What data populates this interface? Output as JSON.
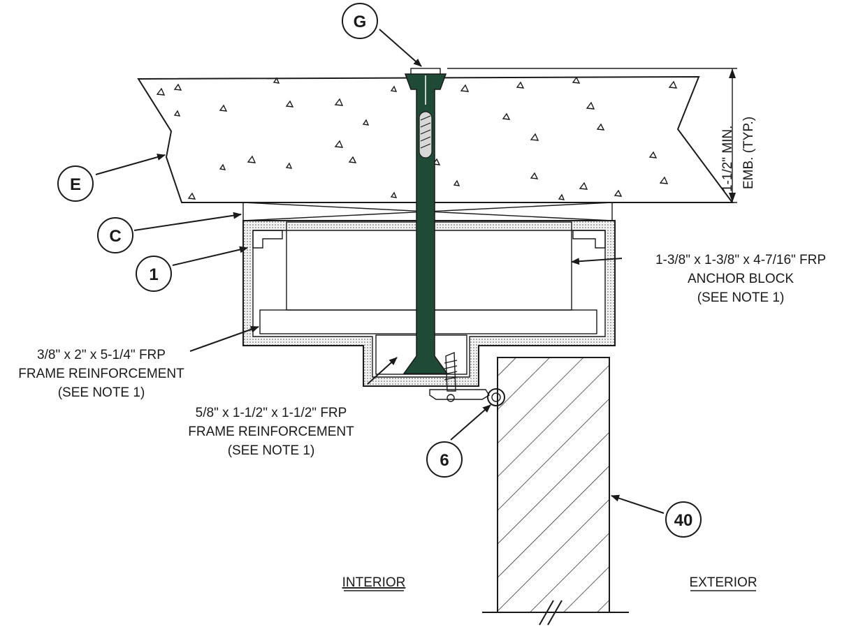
{
  "callouts": {
    "g": "G",
    "e": "E",
    "c": "C",
    "one": "1",
    "six": "6",
    "forty": "40"
  },
  "dimension": {
    "line1": "1-1/2\" MIN.",
    "line2": "EMB. (TYP.)"
  },
  "anchor_block": {
    "line1": "1-3/8\" x 1-3/8\" x 4-7/16\" FRP",
    "line2": "ANCHOR BLOCK",
    "line3": "(SEE NOTE 1)"
  },
  "frame_reinf_large": {
    "line1": "3/8\" x 2\" x 5-1/4\" FRP",
    "line2": "FRAME REINFORCEMENT",
    "line3": "(SEE NOTE 1)"
  },
  "frame_reinf_small": {
    "line1": "5/8\" x 1-1/2\" x 1-1/2\" FRP",
    "line2": "FRAME REINFORCEMENT",
    "line3": "(SEE NOTE 1)"
  },
  "sides": {
    "interior": "INTERIOR",
    "exterior": "EXTERIOR"
  },
  "colors": {
    "anchor": "#1f4a35",
    "ink": "#1a1a1a"
  }
}
